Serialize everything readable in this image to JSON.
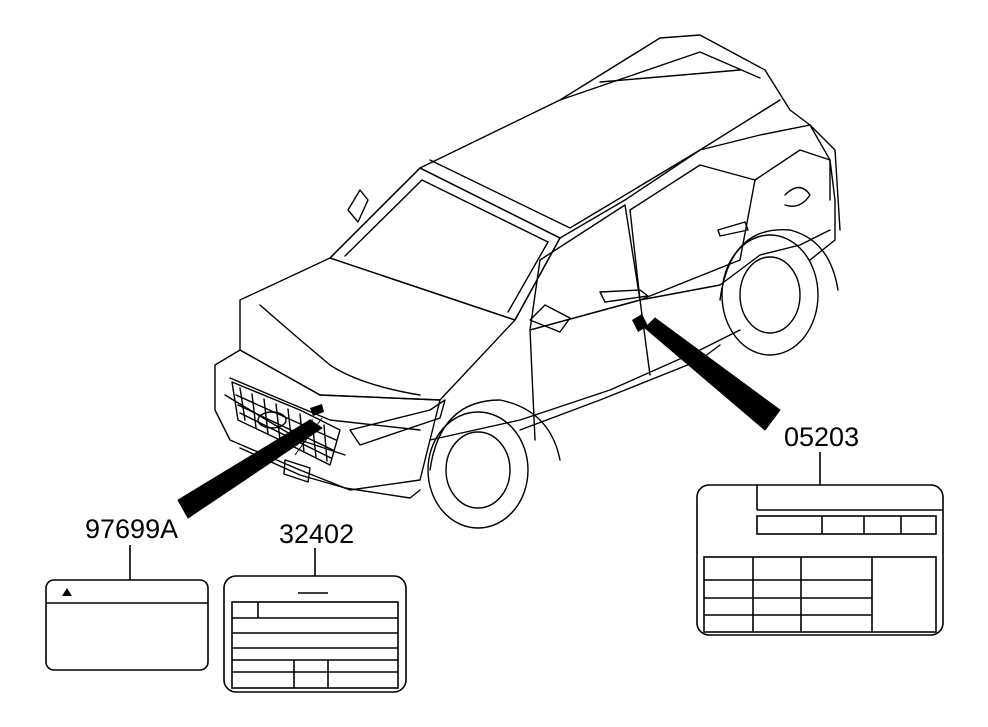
{
  "labels": {
    "caution_label": {
      "part_no": "97699A"
    },
    "spec_label": {
      "part_no": "32402"
    },
    "tire_label": {
      "part_no": "05203"
    }
  },
  "colors": {
    "line": "#000000",
    "background": "#ffffff"
  }
}
